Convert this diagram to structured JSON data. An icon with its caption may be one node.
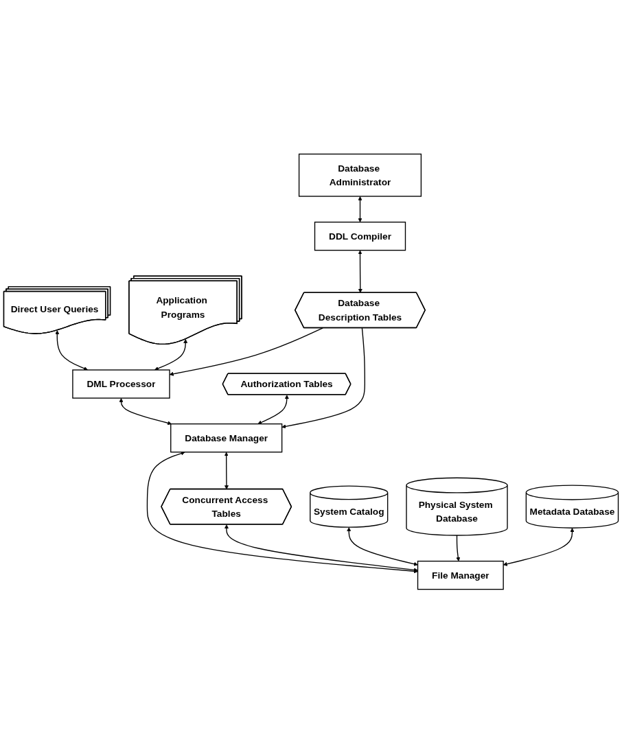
{
  "diagram": {
    "nodes": [
      {
        "text": [
          "Direct User Queries"
        ]
      },
      {
        "text": [
          "Application Programs"
        ]
      },
      {
        "text": [
          "Database Administrator"
        ]
      },
      {
        "text": [
          "DML Processor"
        ]
      },
      {
        "text": [
          "DDL Compiler"
        ]
      },
      {
        "text": [
          "Authorization Tables"
        ]
      },
      {
        "text": [
          "Database Manager"
        ]
      },
      {
        "text": [
          "Database Description Tables"
        ]
      },
      {
        "text": [
          "Concurrent Access Tables"
        ]
      },
      {
        "text": [
          "File Manager"
        ]
      },
      {
        "text": [
          "System Catalog"
        ]
      },
      {
        "text": [
          "Physical System Database"
        ]
      },
      {
        "text": [
          "Metadata Database"
        ]
      }
    ],
    "edges": [
      {
        "from": 0,
        "to": 3,
        "arrow": "both"
      },
      {
        "from": 1,
        "to": 3,
        "arrow": "both"
      },
      {
        "from": 2,
        "to": 4,
        "arrow": "both"
      },
      {
        "from": 3,
        "to": 6,
        "arrow": "both"
      },
      {
        "from": 7,
        "to": 3,
        "arrow": "to"
      },
      {
        "from": 4,
        "to": 7,
        "arrow": "both"
      },
      {
        "from": 5,
        "to": 6,
        "arrow": "both"
      },
      {
        "from": 7,
        "to": 6,
        "arrow": "to"
      },
      {
        "from": 6,
        "to": 8,
        "arrow": "both"
      },
      {
        "from": 6,
        "to": 9,
        "arrow": "both"
      },
      {
        "from": 8,
        "to": 9,
        "arrow": "both"
      },
      {
        "from": 10,
        "to": 9,
        "arrow": "both"
      },
      {
        "from": 11,
        "to": 9,
        "arrow": "to"
      },
      {
        "from": 12,
        "to": 9,
        "arrow": "both"
      }
    ]
  }
}
